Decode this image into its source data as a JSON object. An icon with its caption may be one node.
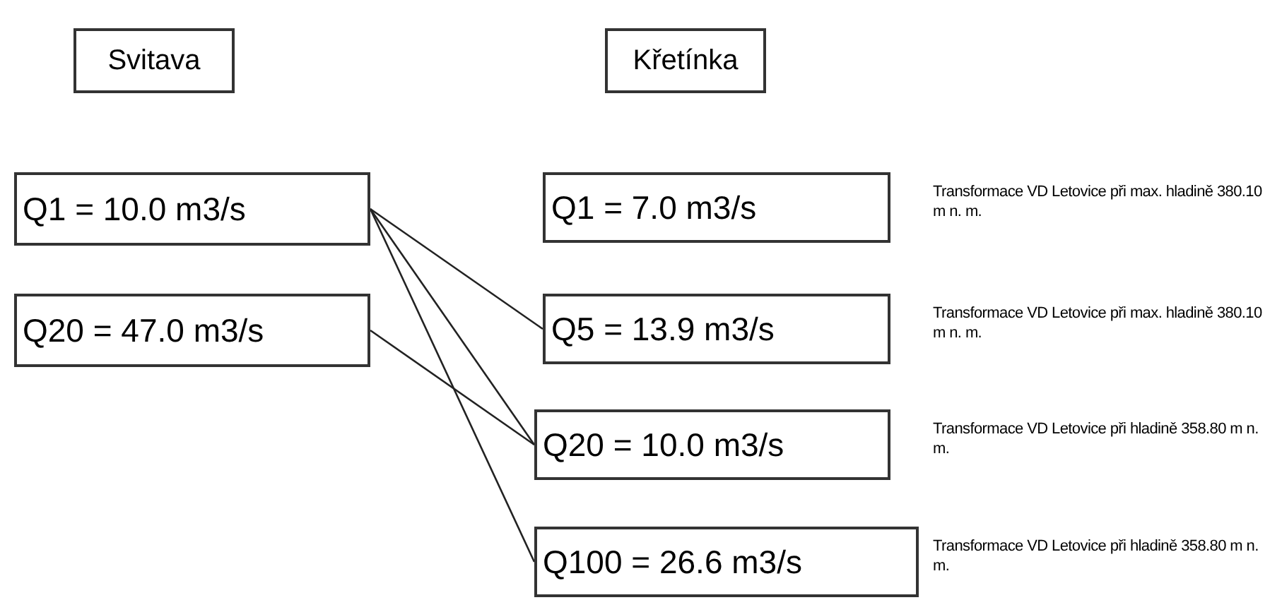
{
  "diagram": {
    "nodes": [
      {
        "text": [
          "Svitava"
        ]
      },
      {
        "text": [
          "Křetínka"
        ]
      },
      {
        "text": [
          "Q1 = 10.0 m3/s"
        ]
      },
      {
        "text": [
          "Q20 = 47.0 m3/s"
        ]
      },
      {
        "text": [
          "Q1 = 7.0 m3/s"
        ],
        "beside": [
          "Transformace VD Letovice při max. hladině 380.10 m n. m."
        ]
      },
      {
        "text": [
          "Q5 = 13.9 m3/s"
        ],
        "beside": [
          "Transformace VD Letovice při max. hladině 380.10 m n. m."
        ]
      },
      {
        "text": [
          "Q20 = 10.0 m3/s"
        ],
        "beside": [
          "Transformace VD Letovice při hladině 358.80 m n. m."
        ]
      },
      {
        "text": [
          "Q100 = 26.6 m3/s"
        ],
        "beside": [
          "Transformace VD Letovice při hladině 358.80 m n. m."
        ]
      }
    ],
    "edges": [
      {
        "from": 2,
        "to": 5,
        "arrow": "none"
      },
      {
        "from": 2,
        "to": 6,
        "arrow": "none"
      },
      {
        "from": 2,
        "to": 7,
        "arrow": "none"
      },
      {
        "from": 3,
        "to": 6,
        "arrow": "none"
      }
    ]
  }
}
